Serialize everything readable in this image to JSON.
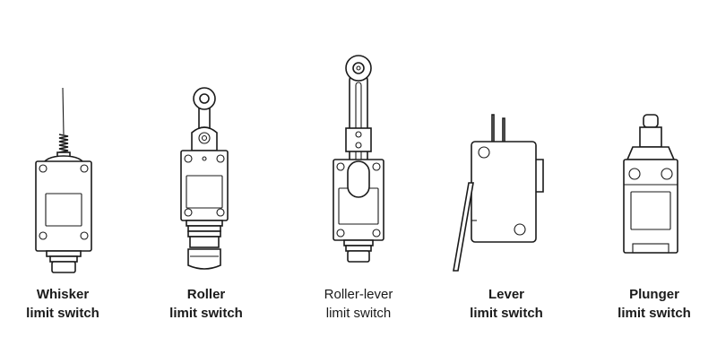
{
  "title": "",
  "switches": [
    {
      "line1": "Whisker",
      "line2": "limit switch"
    },
    {
      "line1": "Roller",
      "line2": "limit switch"
    },
    {
      "line1": "Roller-lever",
      "line2": "limit switch"
    },
    {
      "line1": "Lever",
      "line2": "limit switch"
    },
    {
      "line1": "Plunger",
      "line2": "limit switch"
    }
  ],
  "colors": {
    "stroke": "#1a1a1a",
    "background": "#ffffff"
  }
}
